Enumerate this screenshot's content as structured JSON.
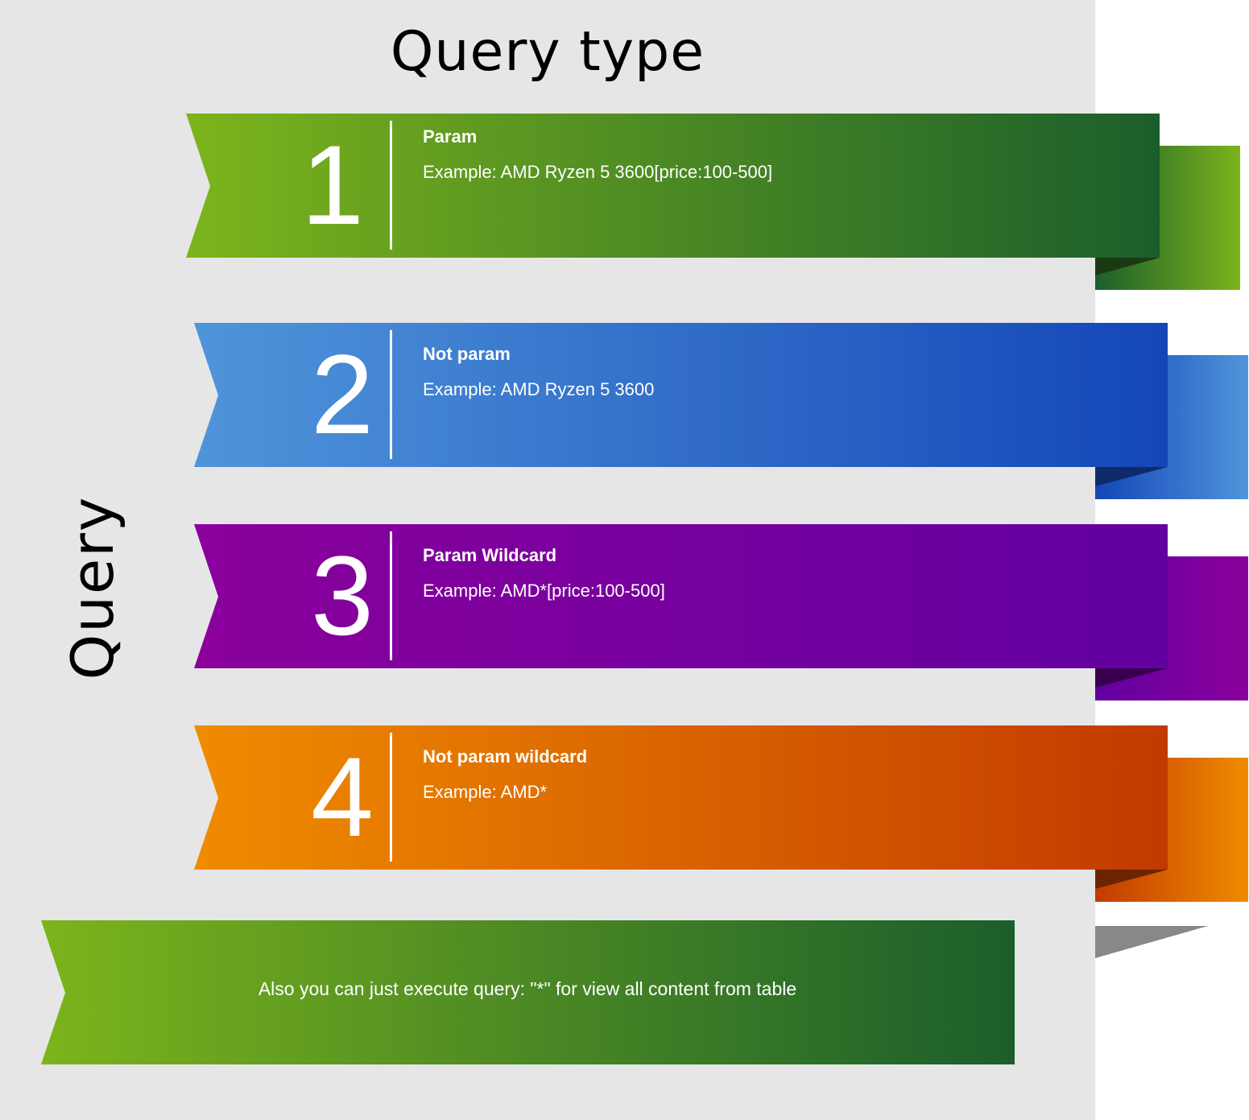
{
  "title": "Query type",
  "side_label": "Query",
  "items": [
    {
      "number": "1",
      "title": "Param",
      "example": "Example: AMD Ryzen 5 3600[price:100-500]",
      "color_light": "#7cb41c",
      "color_dark": "#1b5e2b"
    },
    {
      "number": "2",
      "title": "Not param",
      "example": "Example: AMD Ryzen 5 3600",
      "color_light": "#4f95da",
      "color_dark": "#1446b8"
    },
    {
      "number": "3",
      "title": "Param Wildcard",
      "example": "Example: AMD*[price:100-500]",
      "color_light": "#8a009c",
      "color_dark": "#6200a0"
    },
    {
      "number": "4",
      "title": "Not param wildcard",
      "example": "Example: AMD*",
      "color_light": "#f08c00",
      "color_dark": "#c23a00"
    }
  ],
  "note": {
    "text": "Also you can just execute query: \"*\" for view all content from table",
    "color_light": "#7cb41c",
    "color_dark": "#1b5e2b"
  }
}
